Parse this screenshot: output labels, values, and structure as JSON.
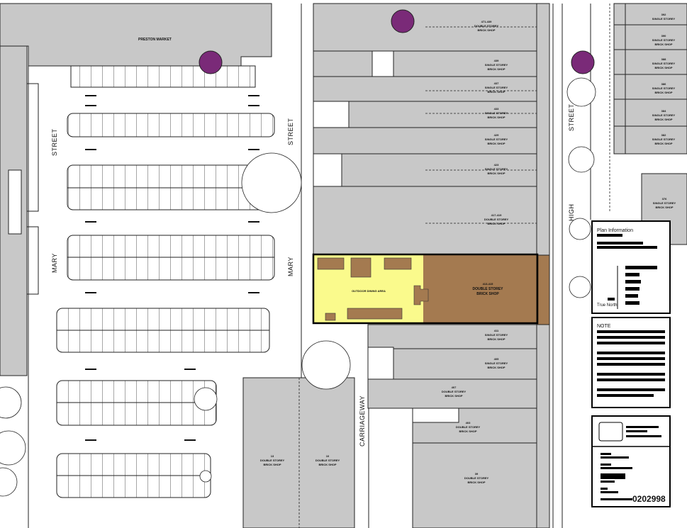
{
  "streets": {
    "mary_left": "MARY",
    "street_left": "STREET",
    "mary_right": "MARY",
    "street_right": "STREET",
    "high": "HIGH",
    "street_high": "STREET",
    "carriageway": "CARRIAGEWAY"
  },
  "buildings": {
    "preston_market": "PRESTON MARKET",
    "lots": [
      {
        "number": "471-439",
        "type": "DOUBLE STOREY",
        "sub": "BRICK SHOP"
      },
      {
        "number": "439",
        "type": "SINGLE STOREY",
        "sub": "BRICK SHOP"
      },
      {
        "number": "437",
        "type": "SINGLE STOREY",
        "sub": "BRICK SHOP"
      },
      {
        "number": "433",
        "type": "SINGLE STOREY",
        "sub": "BRICK SHOP"
      },
      {
        "number": "429",
        "type": "SINGLE STOREY",
        "sub": "BRICK SHOP"
      },
      {
        "number": "423",
        "type": "SINGLE STOREY",
        "sub": "BRICK SHOP"
      },
      {
        "number": "417-419",
        "type": "DOUBLE STOREY",
        "sub": "BRICK SHOP"
      },
      {
        "number": "411",
        "type": "SINGLE STOREY",
        "sub": "BRICK SHOP"
      },
      {
        "number": "405",
        "type": "SINGLE STOREY",
        "sub": "BRICK SHOP"
      },
      {
        "number": "407",
        "type": "DOUBLE STOREY",
        "sub": "BRICK SHOP"
      },
      {
        "number": "403",
        "type": "DOUBLE STOREY",
        "sub": "BRICK SHOP"
      },
      {
        "number": "13",
        "type": "DOUBLE STOREY",
        "sub": "BRICK SHOP"
      },
      {
        "number": "10",
        "type": "DOUBLE STOREY",
        "sub": "BRICK SHOP"
      },
      {
        "number": "39",
        "type": "DOUBLE STOREY",
        "sub": "BRICK SHOP"
      }
    ],
    "right_lots": [
      {
        "number": "392",
        "type": "SINGLE STOREY",
        "sub": "BRICK SHOP"
      },
      {
        "number": "390",
        "type": "SINGLE STOREY",
        "sub": "BRICK SHOP"
      },
      {
        "number": "388",
        "type": "SINGLE STOREY",
        "sub": "BRICK SHOP"
      },
      {
        "number": "386",
        "type": "SINGLE STOREY",
        "sub": "BRICK SHOP"
      },
      {
        "number": "384",
        "type": "SINGLE STOREY",
        "sub": "BRICK SHOP"
      },
      {
        "number": "382",
        "type": "SINGLE STOREY",
        "sub": "BRICK SHOP"
      },
      {
        "number": "376",
        "type": "SINGLE STOREY",
        "sub": "BRICK SHOP"
      }
    ],
    "subject_site": {
      "number": "413-415",
      "type": "DOUBLE STOREY",
      "sub": "BRICK SHOP",
      "courtyard": "OUTDOOR DINING AREA"
    }
  },
  "colors": {
    "site_yellow": "#fafa8c",
    "site_brown": "#a47a50",
    "marker_purple": "#7a2a78",
    "building_gray": "#c8c8c8"
  },
  "panels": {
    "plan_information_title": "Plan Information",
    "true_north": "True North",
    "note_title": "NOTE",
    "drawing_number": "0202998"
  }
}
